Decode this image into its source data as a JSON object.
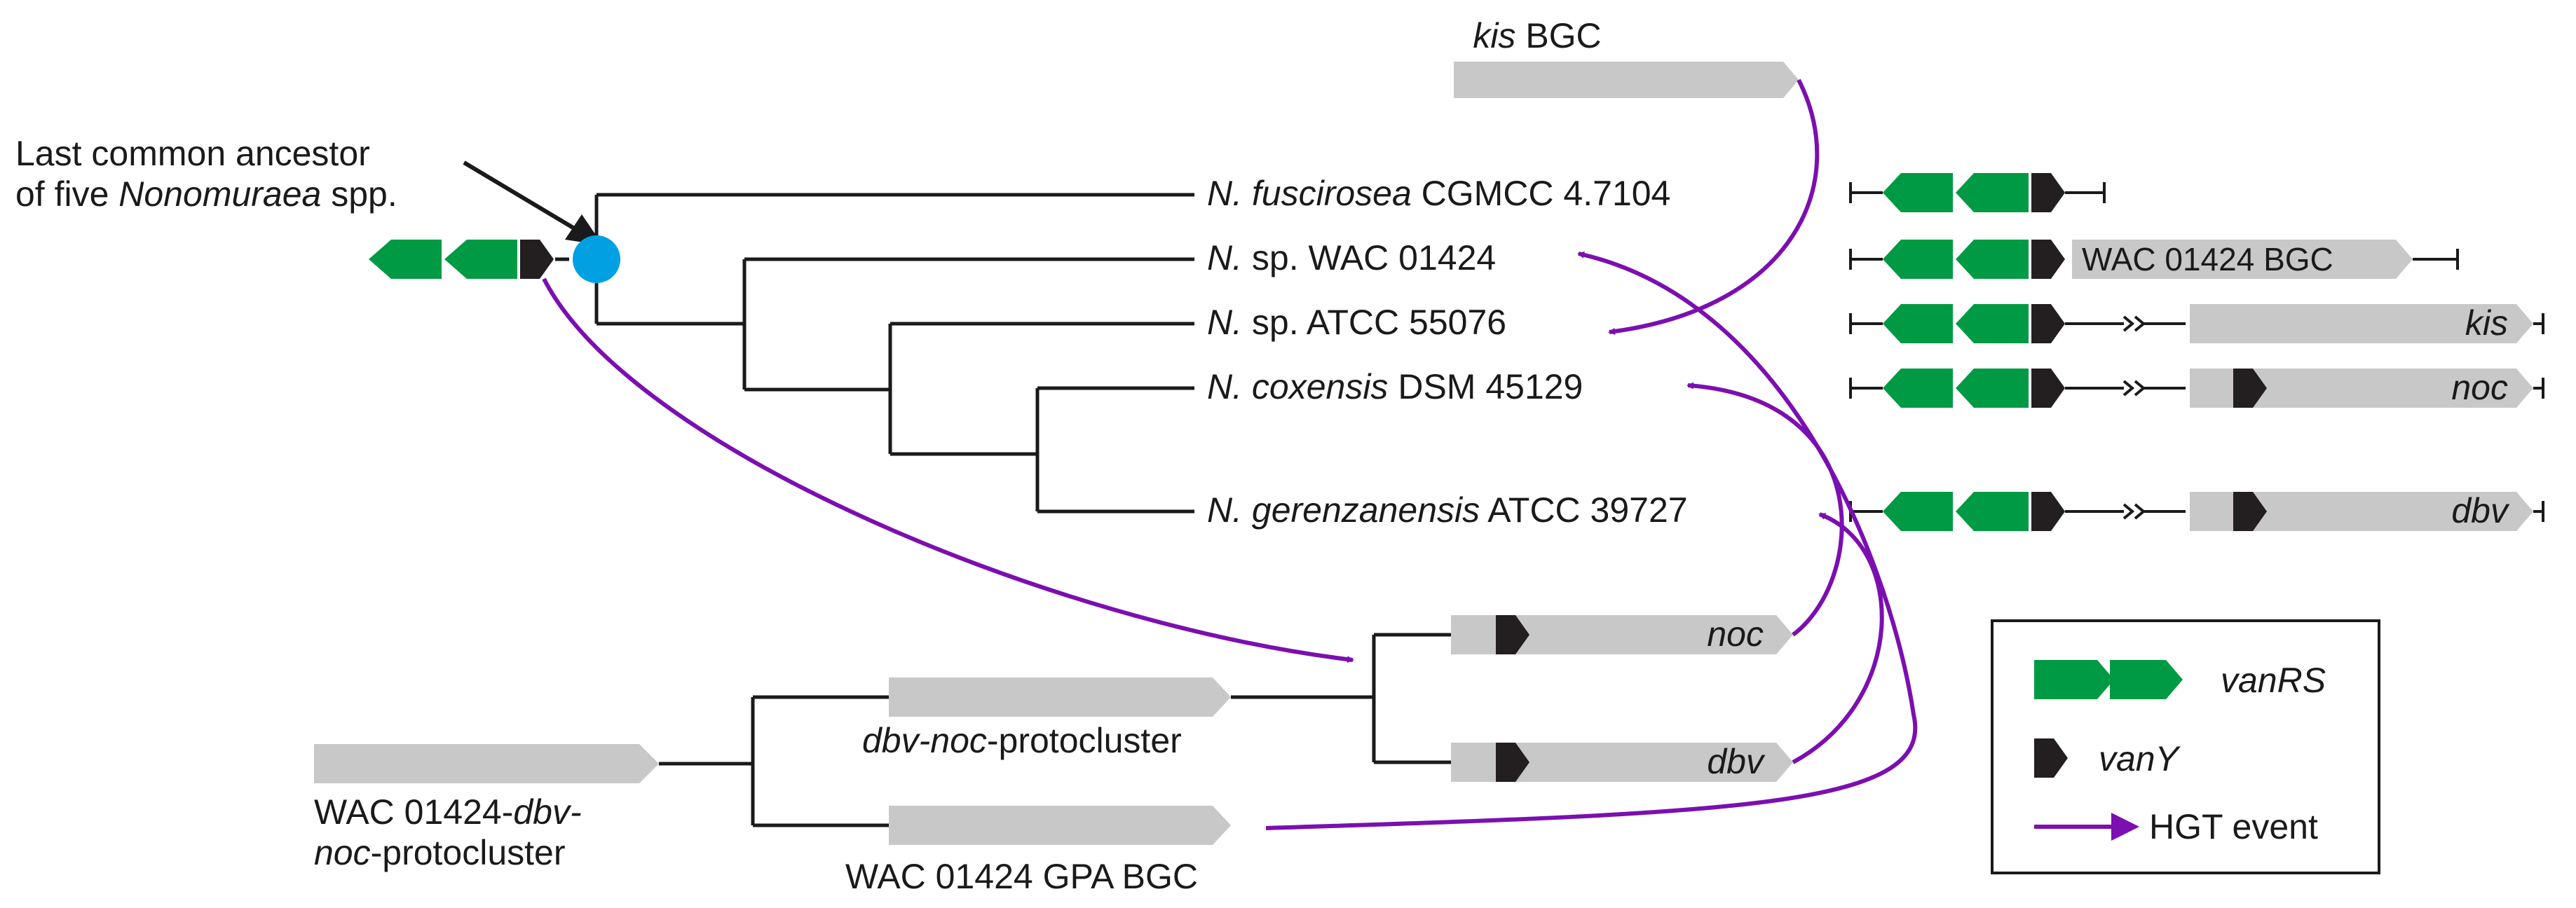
{
  "colors": {
    "vanRS": "#009a44",
    "vanY": "#231f20",
    "bgc": "#c8c8c8",
    "hgt": "#7b0fb0",
    "lca": "#00a0e3",
    "line": "#1a1a1a"
  },
  "ancestor": {
    "label_line1": "Last common ancestor",
    "label_line2_pre": "of five ",
    "label_line2_it": "Nonomuraea",
    "label_line2_post": " spp."
  },
  "top_bgc": {
    "name_it": "kis",
    "name_post": " BGC"
  },
  "taxa": [
    {
      "genus": "N.",
      "species": " fuscirosea",
      "strain": " CGMCC 4.7104",
      "species_italic": true
    },
    {
      "genus": "N.",
      "species": " sp.",
      "strain": " WAC 01424",
      "species_italic": false
    },
    {
      "genus": "N.",
      "species": " sp.",
      "strain": " ATCC 55076",
      "species_italic": false
    },
    {
      "genus": "N.",
      "species": " coxensis",
      "strain": " DSM 45129",
      "species_italic": true
    },
    {
      "genus": "N.",
      "species": " gerenzanensis",
      "strain": " ATCC 39727",
      "species_italic": true
    }
  ],
  "clusters": {
    "wac_bgc_label": "WAC 01424 BGC",
    "kis": "kis",
    "noc": "noc",
    "dbv": "dbv"
  },
  "lower_tree": {
    "proto_wac_line1_pre": "WAC 01424-",
    "proto_wac_line1_it": "dbv-",
    "proto_wac_line2_it": "noc",
    "proto_wac_line2_post": "-protocluster",
    "proto_dbvnoc_it": "dbv-noc",
    "proto_dbvnoc_post": "-protocluster",
    "gpa_label": "WAC 01424 GPA BGC",
    "noc": "noc",
    "dbv": "dbv"
  },
  "legend": {
    "vanRS": "vanRS",
    "vanY": "vanY",
    "hgt": "HGT event"
  }
}
